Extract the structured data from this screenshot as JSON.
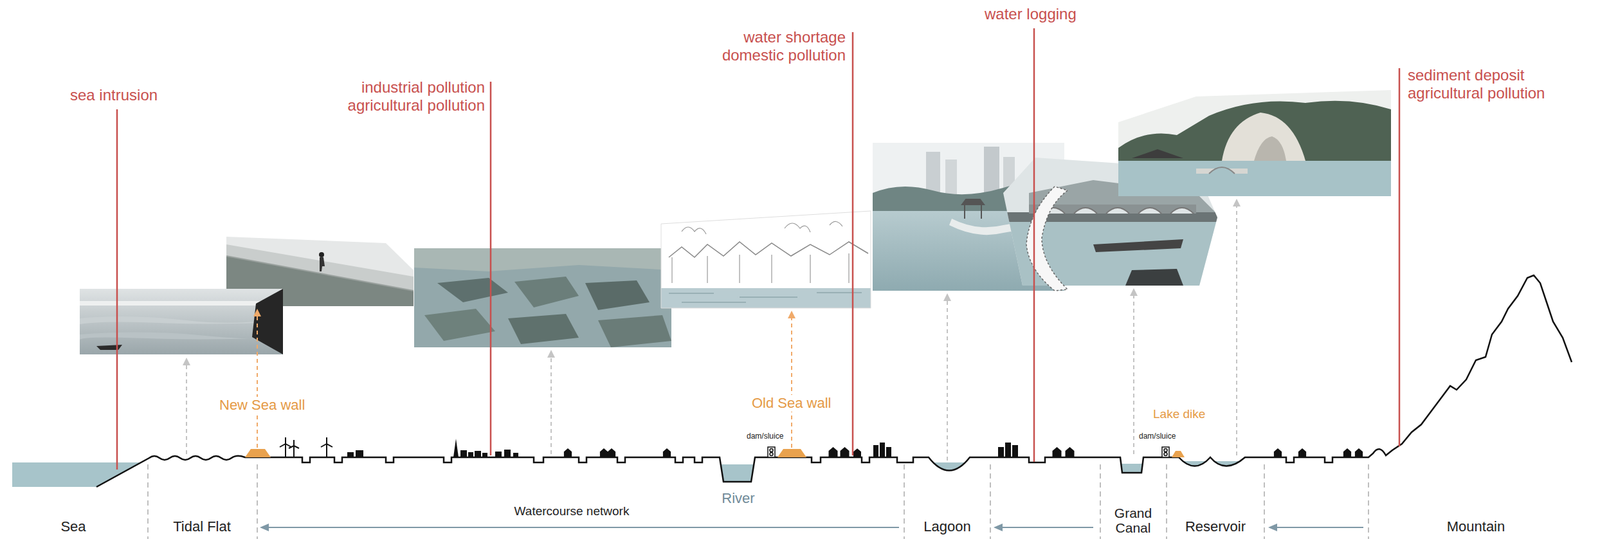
{
  "diagram": {
    "labels": [
      "sea intrusion",
      "industrial pollution",
      "agricultural pollution",
      "water shortage",
      "domestic pollution",
      "water logging",
      "sediment deposit",
      "agricultural pollution",
      "New Sea wall",
      "dam/sluice",
      "Old Sea wall",
      "dam/sluice",
      "Lake dike",
      "River",
      "Sea",
      "Tidal Flat",
      "Watercourse network",
      "Lagoon",
      "Grand Canal",
      "Reservoir",
      "Mountain"
    ]
  }
}
